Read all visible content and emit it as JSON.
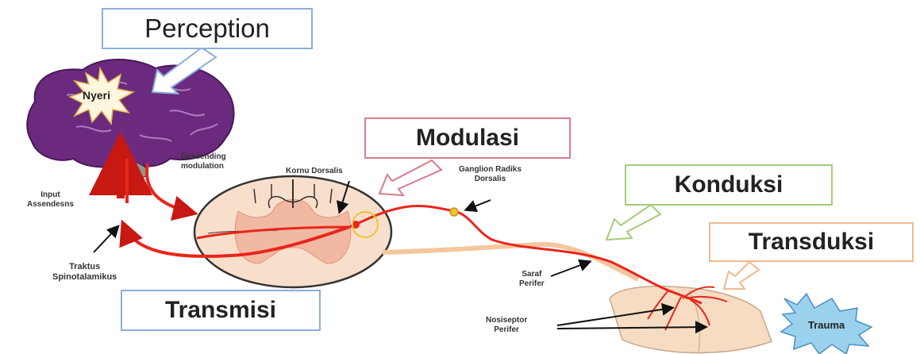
{
  "boxes": {
    "perception": "Perception",
    "modulasi": "Modulasi",
    "konduksi": "Konduksi",
    "transduksi": "Transduksi",
    "transmisi": "Transmisi"
  },
  "labels": {
    "nyeri": "Nyeri",
    "trauma": "Trauma",
    "descending_1": "Descending",
    "descending_2": "modulation",
    "kornu": "Kornu Dorsalis",
    "ganglion_1": "Ganglion Radiks",
    "ganglion_2": "Dorsalis",
    "input_1": "Input",
    "input_2": "Assendesns",
    "traktus_1": "Traktus",
    "traktus_2": "Spinotalamikus",
    "saraf_1": "Saraf",
    "saraf_2": "Perifer",
    "nosi_1": "Nosiseptor",
    "nosi_2": "Perifer"
  },
  "colors": {
    "brain": "#6b2a7e",
    "nerve": "#e8261c",
    "cord": "#f8dfcb",
    "tissue": "#f6dcc2",
    "trauma": "#9ad1ec"
  }
}
